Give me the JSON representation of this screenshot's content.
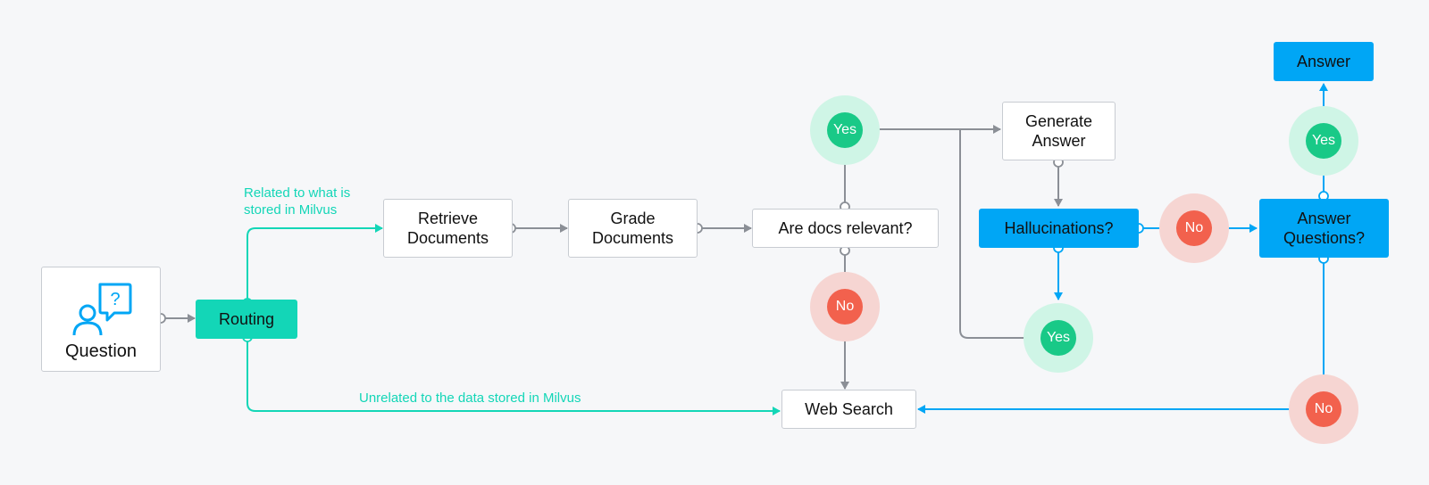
{
  "nodes": {
    "question": "Question",
    "routing": "Routing",
    "retrieve": "Retrieve\nDocuments",
    "grade": "Grade\nDocuments",
    "relevant": "Are docs relevant?",
    "generate": "Generate\nAnswer",
    "hallucinations": "Hallucinations?",
    "answer_questions": "Answer\nQuestions?",
    "answer": "Answer",
    "web_search": "Web Search"
  },
  "labels": {
    "related": "Related to what is\nstored in Milvus",
    "unrelated": "Unrelated to the data stored in Milvus"
  },
  "badges": {
    "yes": "Yes",
    "no": "No"
  },
  "colors": {
    "teal": "#13d6b7",
    "blue": "#00a6f5",
    "gray_line": "#8b8f96",
    "yes_green": "#19c987",
    "no_red": "#f2614d"
  }
}
